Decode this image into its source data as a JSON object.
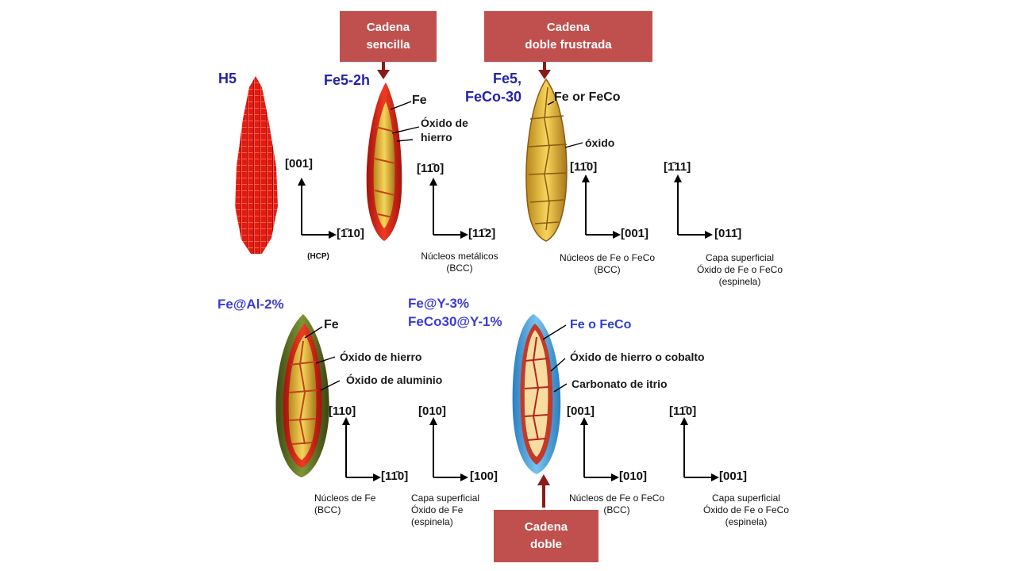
{
  "callouts": {
    "single": "Cadena\nsencilla",
    "double_frustrated": "Cadena\ndoble frustrada",
    "double": "Cadena\ndoble"
  },
  "samples": {
    "h5": {
      "title": "H5",
      "axis_v": "[001]",
      "axis_h": "[1̄10]",
      "caption": "(HCP)"
    },
    "fe5_2h": {
      "title": "Fe5-2h",
      "label_core": "Fe",
      "label_shell": "Óxido de\nhierro",
      "axis_v": "[11̄0]",
      "axis_h": "[11̄2]",
      "caption": "Núcleos metálicos\n(BCC)"
    },
    "fe5_feco30": {
      "title": "Fe5,\nFeCo-30",
      "label_core": "Fe or FeCo",
      "label_shell": "óxido",
      "core_axis_v": "[11̄0]",
      "core_axis_h": "[001]",
      "core_caption": "Núcleos de Fe o FeCo\n(BCC)",
      "shell_axis_v": "[1̄11]",
      "shell_axis_h": "[011̄]",
      "shell_caption": "Capa superficial\nÓxido de Fe o FeCo\n(espinela)"
    },
    "fe_al": {
      "title": "Fe@Al-2%",
      "label_core": "Fe",
      "label_oxide": "Óxido de hierro",
      "label_al": "Óxido de aluminio",
      "core_axis_v": "[110]",
      "core_axis_h": "[11̄0]",
      "core_caption": "Núcleos de Fe\n(BCC)",
      "shell_axis_v": "[010]",
      "shell_axis_h": "[100]",
      "shell_caption": "Capa superficial\nÓxido de Fe\n(espinela)"
    },
    "fe_y": {
      "title": "Fe@Y-3%\nFeCo30@Y-1%",
      "label_core": "Fe o FeCo",
      "label_oxide": "Óxido de hierro o cobalto",
      "label_carbonate": "Carbonato de itrio",
      "core_axis_v": "[001]",
      "core_axis_h": "[010]",
      "core_caption": "Núcleos de Fe o FeCo\n(BCC)",
      "shell_axis_v": "[11̄0]",
      "shell_axis_h": "[001]",
      "shell_caption": "Capa superficial\nÓxido de Fe o FeCo\n(espinela)"
    }
  },
  "colors": {
    "callout_bg": "#c0504d",
    "arrow_dark_red": "#8b1a1a",
    "title_blue": "#2323a8",
    "iron_red": "#d7261c",
    "core_gold": "#f1c232",
    "alumina_green": "#6b7d2a",
    "yttrium_blue": "#4aa3df"
  }
}
